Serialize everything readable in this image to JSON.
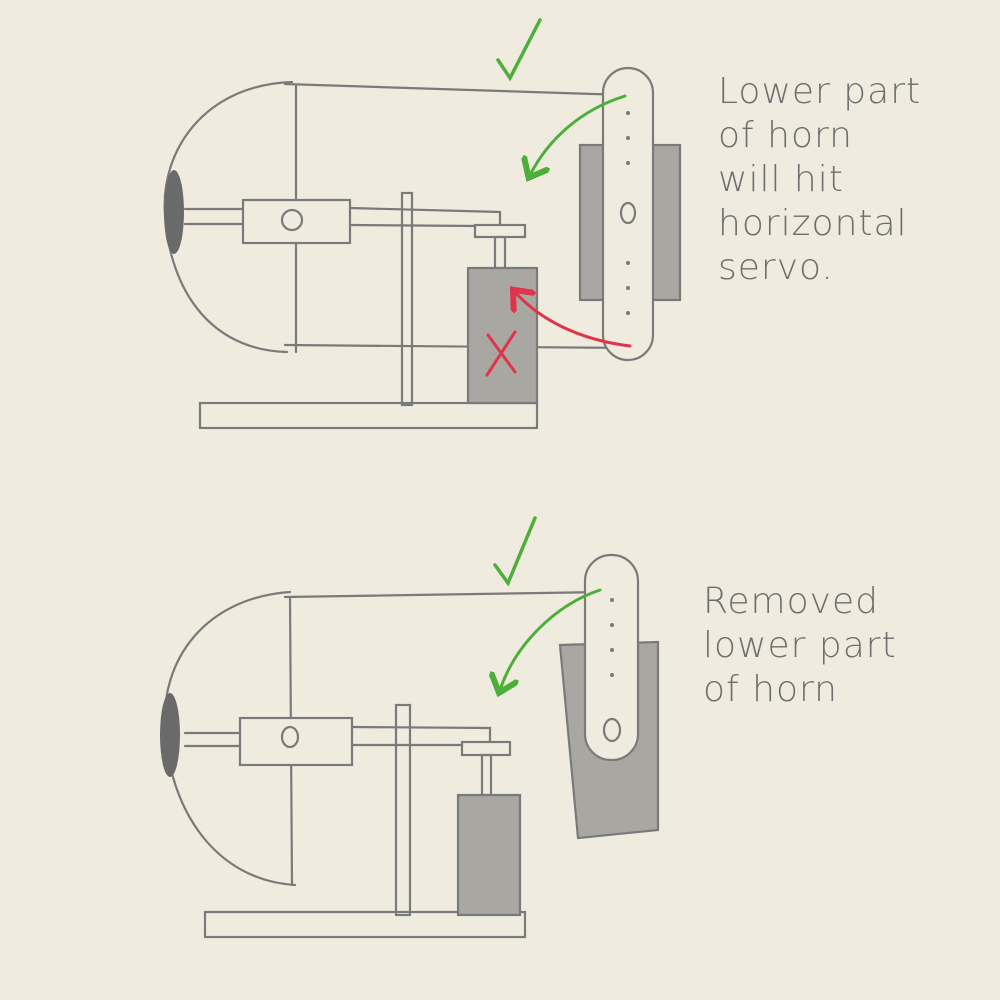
{
  "colors": {
    "paper": "#efebde",
    "pencil": "#7a7a7a",
    "shade": "#a9a7a2",
    "check": "#4caf3a",
    "error": "#e0344a"
  },
  "top_sketch": {
    "note_lines": [
      "Lower part",
      "of horn",
      "will hit",
      "horizontal",
      "servo."
    ],
    "marks": [
      "check-icon",
      "cross-icon"
    ]
  },
  "bottom_sketch": {
    "note_lines": [
      "Removed",
      "lower part",
      "of horn"
    ],
    "marks": [
      "check-icon"
    ]
  }
}
